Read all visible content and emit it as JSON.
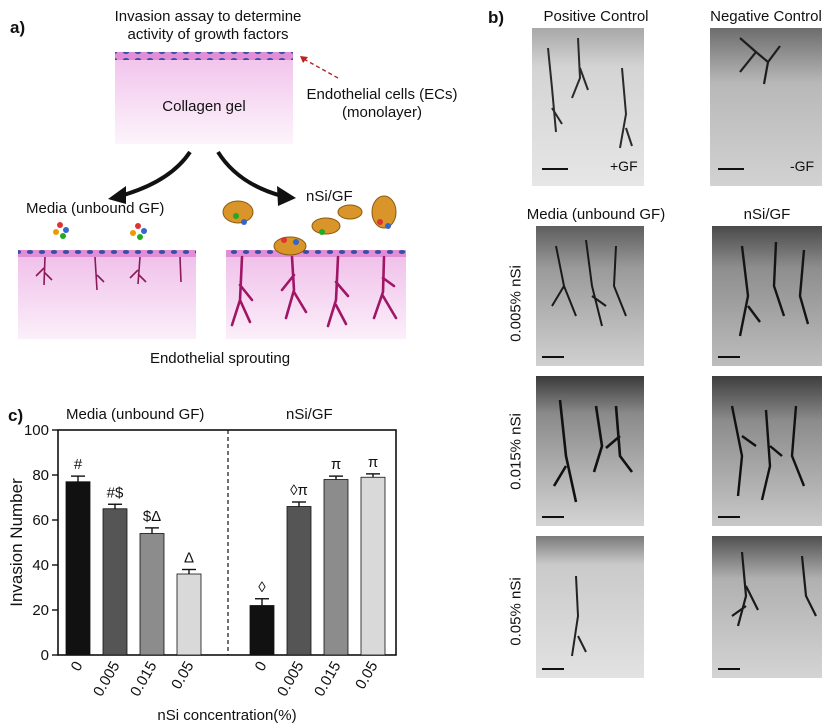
{
  "panel_a": {
    "label": "a)",
    "title_line1": "Invasion assay to determine",
    "title_line2": "activity of growth factors",
    "gel_label": "Collagen gel",
    "ec_line1": "Endothelial cells (ECs)",
    "ec_line2": "(monolayer)",
    "left_branch": "Media (unbound GF)",
    "right_branch": "nSi/GF",
    "bottom_label": "Endothelial sprouting"
  },
  "panel_b": {
    "label": "b)",
    "col_headers_top": [
      "Positive Control",
      "Negative Control"
    ],
    "tags": [
      "+GF",
      "-GF"
    ],
    "col_headers_mid": [
      "Media (unbound GF)",
      "nSi/GF"
    ],
    "row_labels": [
      "0.005% nSi",
      "0.015% nSi",
      "0.05% nSi"
    ]
  },
  "panel_c": {
    "label": "c)",
    "group_left": "Media (unbound GF)",
    "group_right": "nSi/GF"
  },
  "chart_data": {
    "type": "bar",
    "ylabel": "Invasion Number",
    "xlabel": "nSi concentration(%)",
    "ylim": [
      0,
      100
    ],
    "yticks": [
      0,
      20,
      40,
      60,
      80,
      100
    ],
    "groups": [
      {
        "name": "Media (unbound GF)",
        "categories": [
          "0",
          "0.005",
          "0.015",
          "0.05"
        ],
        "values": [
          77,
          65,
          54,
          36
        ],
        "errors": [
          2.5,
          2,
          2.5,
          2
        ],
        "annotations": [
          "#",
          "#$",
          "$Δ",
          "Δ"
        ],
        "colors": [
          "#111111",
          "#555555",
          "#8c8c8c",
          "#d9d9d9"
        ]
      },
      {
        "name": "nSi/GF",
        "categories": [
          "0",
          "0.005",
          "0.015",
          "0.05"
        ],
        "values": [
          22,
          66,
          78,
          79
        ],
        "errors": [
          3,
          2,
          1.5,
          1.5
        ],
        "annotations": [
          "◊",
          "◊π",
          "π",
          "π"
        ],
        "colors": [
          "#111111",
          "#555555",
          "#8c8c8c",
          "#d9d9d9"
        ]
      }
    ]
  }
}
